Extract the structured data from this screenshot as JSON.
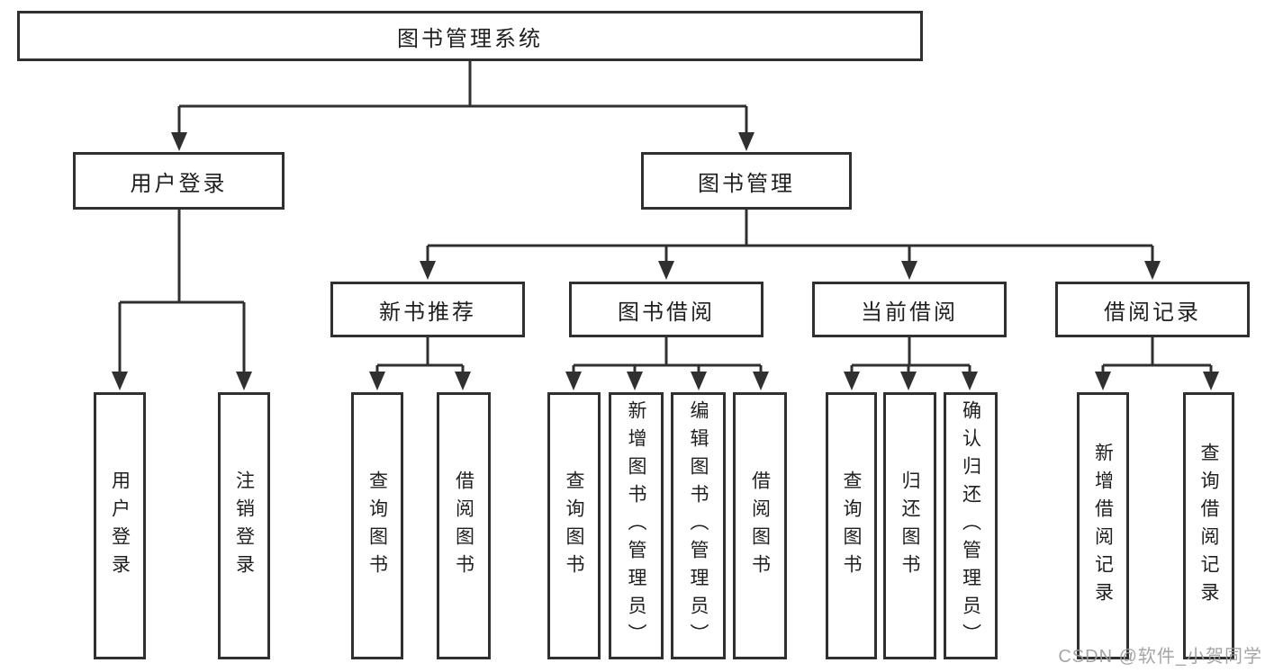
{
  "colors": {
    "background": "#ffffff",
    "line": "#303030",
    "node_border": "#303030",
    "node_text": "#1f1f1f",
    "watermark_text": "#9e9e9e"
  },
  "watermark": "CSDN @软件_小贺同学",
  "tree": {
    "label": "图书管理系统",
    "children": [
      {
        "label": "用户登录",
        "children": [
          {
            "label": "用户登录"
          },
          {
            "label": "注销登录"
          }
        ]
      },
      {
        "label": "图书管理",
        "children": [
          {
            "label": "新书推荐",
            "children": [
              {
                "label": "查询图书"
              },
              {
                "label": "借阅图书"
              }
            ]
          },
          {
            "label": "图书借阅",
            "children": [
              {
                "label": "查询图书"
              },
              {
                "label": "新增图书（管理员）"
              },
              {
                "label": "编辑图书（管理员）"
              },
              {
                "label": "借阅图书"
              }
            ]
          },
          {
            "label": "当前借阅",
            "children": [
              {
                "label": "查询图书"
              },
              {
                "label": "归还图书"
              },
              {
                "label": "确认归还（管理员）"
              }
            ]
          },
          {
            "label": "借阅记录",
            "children": [
              {
                "label": "新增借阅记录"
              },
              {
                "label": "查询借阅记录"
              }
            ]
          }
        ]
      }
    ]
  }
}
